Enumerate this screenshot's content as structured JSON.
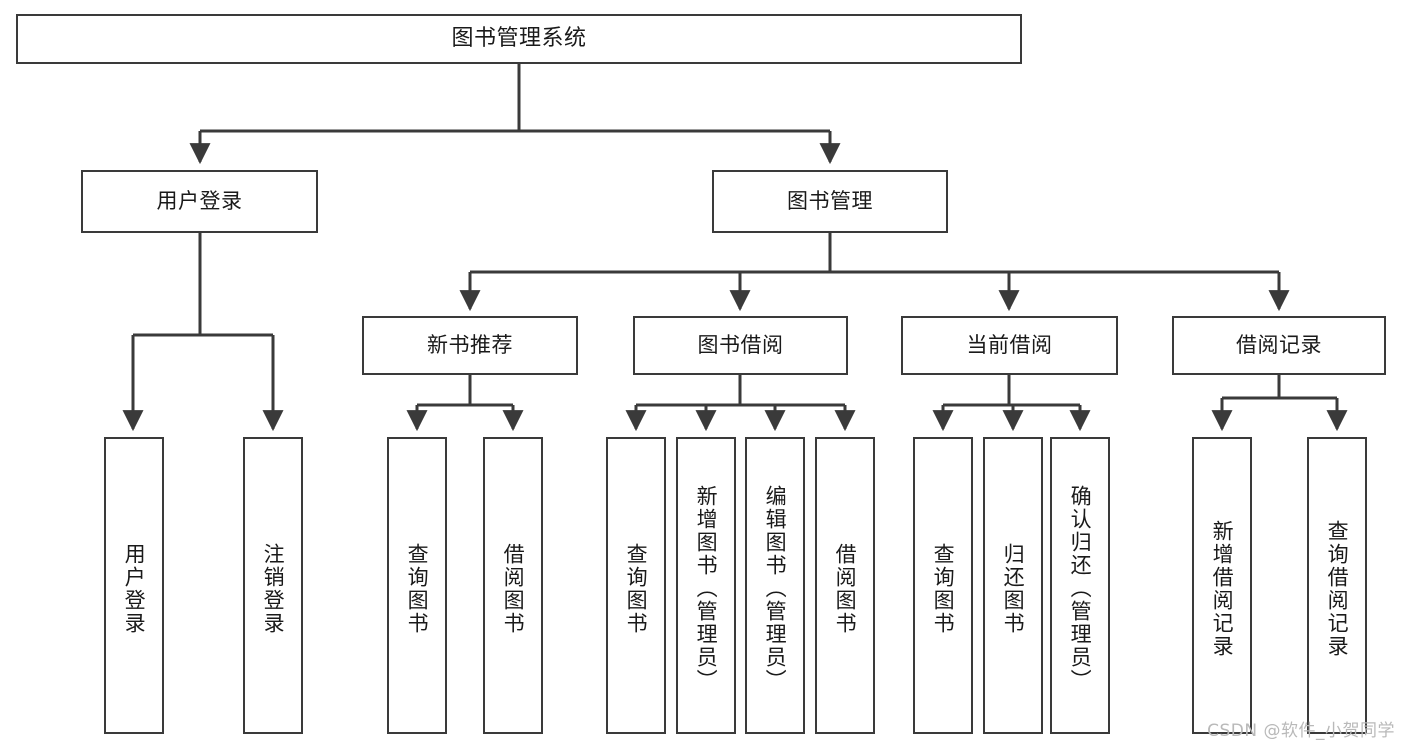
{
  "diagram": {
    "title": "图书管理系统",
    "watermark": "CSDN @软件_小贺同学",
    "colors": {
      "box_border": "#3a3a3a",
      "box_fill": "#ffffff",
      "line": "#3a3a3a",
      "text": "#1a1a1a",
      "watermark": "#b9b9b9"
    },
    "nodes": {
      "root": "图书管理系统",
      "level2": {
        "user_login": "用户登录",
        "book_manage": "图书管理"
      },
      "level3": {
        "new_book_rec": "新书推荐",
        "book_borrow": "图书借阅",
        "current_borrow": "当前借阅",
        "borrow_record": "借阅记录"
      },
      "leaves": {
        "login_1": "用户登录",
        "login_2": "注销登录",
        "rec_1": "查询图书",
        "rec_2": "借阅图书",
        "borrow_1": "查询图书",
        "borrow_2": "新增图书（管理员）",
        "borrow_3": "编辑图书（管理员）",
        "borrow_4": "借阅图书",
        "cur_1": "查询图书",
        "cur_2": "归还图书",
        "cur_3": "确认归还（管理员）",
        "rcd_1": "新增借阅记录",
        "rcd_2": "查询借阅记录"
      }
    }
  },
  "chart_data": {
    "type": "diagram",
    "subtype": "tree-hierarchy",
    "title": "图书管理系统",
    "orientation": "top-down",
    "edge_style": "orthogonal-with-arrowheads",
    "tree": {
      "label": "图书管理系统",
      "children": [
        {
          "label": "用户登录",
          "children": [
            {
              "label": "用户登录",
              "children": []
            },
            {
              "label": "注销登录",
              "children": []
            }
          ]
        },
        {
          "label": "图书管理",
          "children": [
            {
              "label": "新书推荐",
              "children": [
                {
                  "label": "查询图书",
                  "children": []
                },
                {
                  "label": "借阅图书",
                  "children": []
                }
              ]
            },
            {
              "label": "图书借阅",
              "children": [
                {
                  "label": "查询图书",
                  "children": []
                },
                {
                  "label": "新增图书（管理员）",
                  "children": []
                },
                {
                  "label": "编辑图书（管理员）",
                  "children": []
                },
                {
                  "label": "借阅图书",
                  "children": []
                }
              ]
            },
            {
              "label": "当前借阅",
              "children": [
                {
                  "label": "查询图书",
                  "children": []
                },
                {
                  "label": "归还图书",
                  "children": []
                },
                {
                  "label": "确认归还（管理员）",
                  "children": []
                }
              ]
            },
            {
              "label": "借阅记录",
              "children": [
                {
                  "label": "新增借阅记录",
                  "children": []
                },
                {
                  "label": "查询借阅记录",
                  "children": []
                }
              ]
            }
          ]
        }
      ]
    },
    "depth": 4,
    "node_count": 20,
    "leaf_count": 13
  }
}
